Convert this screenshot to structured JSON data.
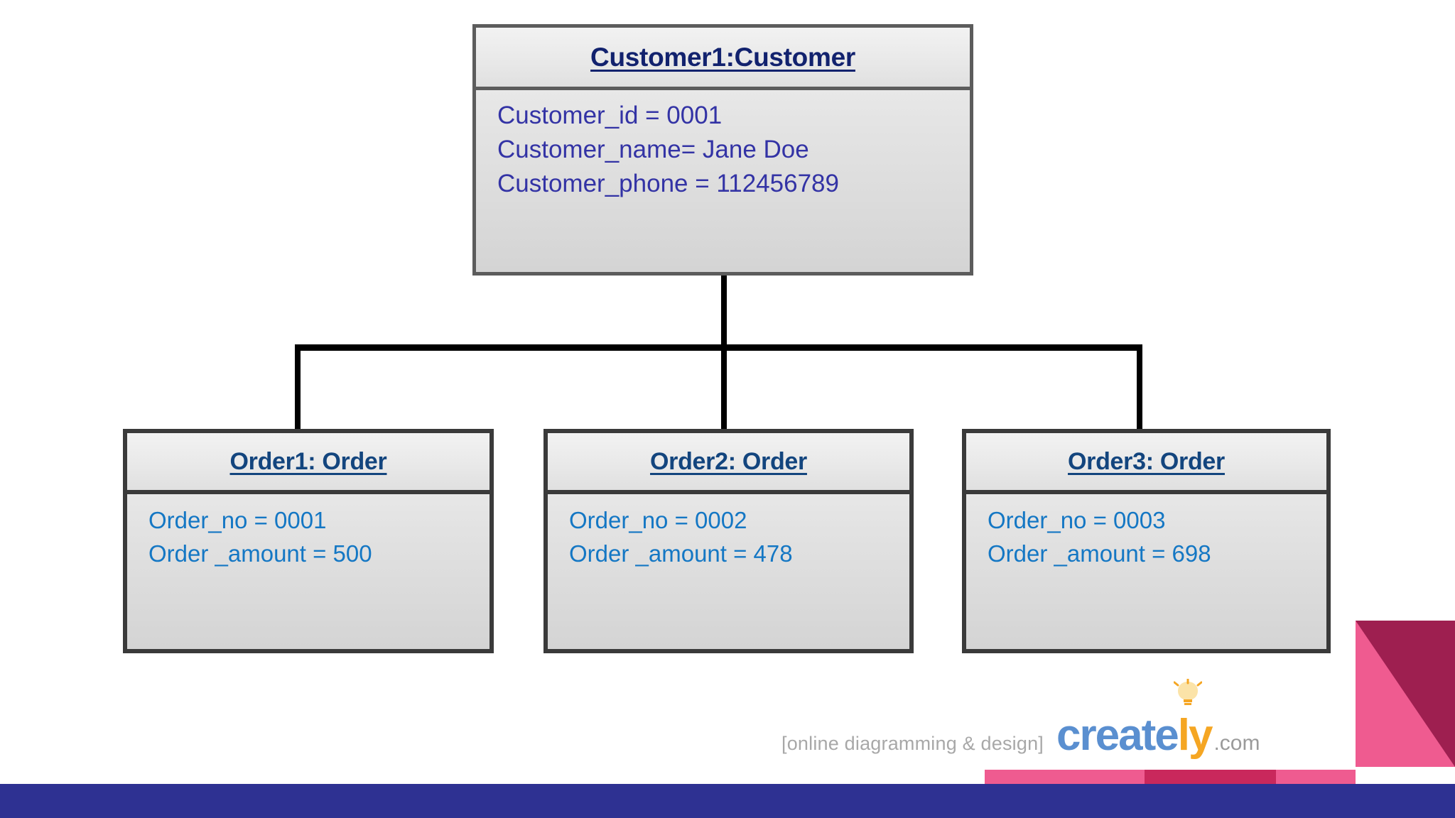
{
  "diagram": {
    "type": "uml-object-diagram",
    "title_node": {
      "name": "customer",
      "title": "Customer1:Customer",
      "attributes": [
        "Customer_id = 0001",
        "Customer_name= Jane Doe",
        "Customer_phone = 112456789"
      ]
    },
    "child_nodes": [
      {
        "name": "order1",
        "title": "Order1: Order",
        "attributes": [
          "Order_no = 0001",
          "Order _amount = 500"
        ]
      },
      {
        "name": "order2",
        "title": "Order2: Order",
        "attributes": [
          "Order_no = 0002",
          "Order _amount = 478"
        ]
      },
      {
        "name": "order3",
        "title": "Order3: Order",
        "attributes": [
          "Order_no = 0003",
          "Order _amount = 698"
        ]
      }
    ],
    "connector_color": "#000000"
  },
  "branding": {
    "tagline": "[online diagramming & design]",
    "logo_part1": "create",
    "logo_part2": "l",
    "logo_part3": "y",
    "logo_suffix": ".com",
    "icon": "lightbulb-icon"
  },
  "colors": {
    "customer_title": "#12226e",
    "customer_attr": "#3333a5",
    "order_title": "#13457e",
    "order_attr": "#1477c4",
    "box_fill_top": "#f0f0f0",
    "box_fill_bottom": "#d4d4d4",
    "customer_border": "#5c5c5c",
    "order_border": "#3a3a3a",
    "accent_magenta": "#9e1f50",
    "accent_pink": "#ef5b90",
    "footer_blue": "#2e3192",
    "logo_blue": "#5a8fd0",
    "logo_orange": "#f5a623"
  }
}
